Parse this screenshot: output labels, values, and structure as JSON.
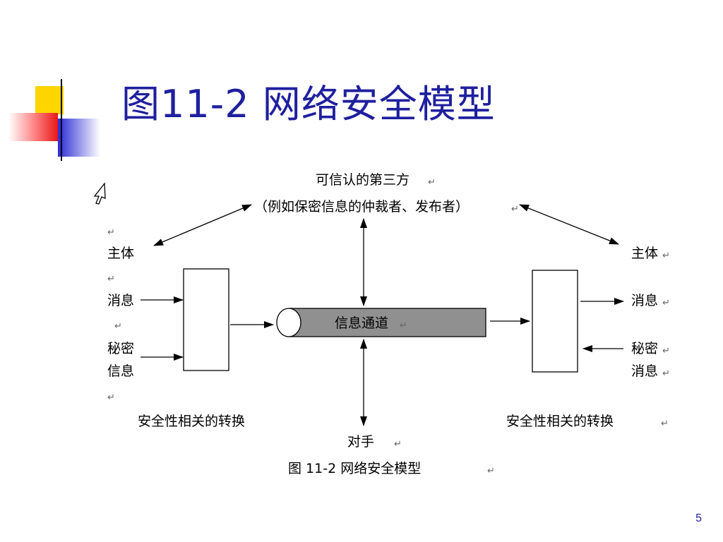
{
  "slide": {
    "title": "图11-2  网络安全模型",
    "page_number": "5",
    "accent_color": "#1f1f9f"
  },
  "diagram": {
    "trusted_third_party": "可信认的第三方",
    "trusted_third_party_detail": "（例如保密信息的仲裁者、发布者）",
    "left_principal": "主体",
    "left_message": "消息",
    "left_secret_line1": "秘密",
    "left_secret_line2": "信息",
    "left_transform": "安全性相关的转换",
    "channel": "信息通道",
    "opponent": "对手",
    "right_principal": "主体",
    "right_message": "消息",
    "right_secret_line1": "秘密",
    "right_secret_line2": "消息",
    "right_transform": "安全性相关的转换",
    "caption": "图 11-2 网络安全模型",
    "return_mark": "↵",
    "cursor_icon": "cursor-arrow-icon"
  }
}
